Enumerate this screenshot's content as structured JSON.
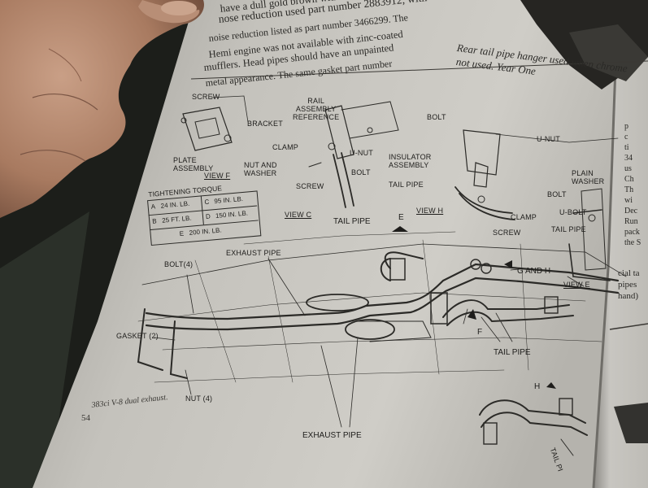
{
  "book_text": {
    "lines": [
      "have a dull gold brown with",
      "nose reduction used part number 2883912, with",
      "noise reduction listed as part number 3466299. The",
      "Hemi engine was not available with zinc-coated",
      "mufflers. Head pipes should have an unpainted",
      "metal appearance. The same gasket part number"
    ],
    "caption_lines": [
      "Rear tail pipe hanger used when chrome",
      "not used. Year One"
    ]
  },
  "diagram": {
    "labels": {
      "screw_a": "SCREW",
      "bracket": "BRACKET",
      "plate_assembly": "PLATE\nASSEMBLY",
      "nut_and_washer": "NUT AND\nWASHER",
      "view_f": "VIEW F",
      "rail_assembly": "RAIL\nASSEMBLY\nREFERENCE",
      "clamp_c": "CLAMP",
      "u_nut_c": "U-NUT",
      "bolt_c": "BOLT",
      "screw_c": "SCREW",
      "insulator": "INSULATOR\nASSEMBLY",
      "tail_pipe_c": "TAIL PIPE",
      "view_c": "VIEW C",
      "tail_pipe_mid": "TAIL PIPE",
      "e_bolt": "BOLT",
      "u_nut_h": "U-NUT",
      "view_h": "VIEW H",
      "clamp_h": "CLAMP",
      "screw_h": "SCREW",
      "plain_washer": "PLAIN\nWASHER",
      "bolt_h": "BOLT",
      "u_bolt": "U-BOLT",
      "tail_pipe_h": "TAIL PIPE",
      "view_e": "VIEW E",
      "exhaust_pipe_top": "EXHAUST PIPE",
      "bolt_4": "BOLT(4)",
      "gasket_2": "GASKET (2)",
      "nut_4": "NUT (4)",
      "g_and_h": "G AND H",
      "f_label": "F",
      "e_arrow": "E",
      "tail_pipe_low": "TAIL PIPE",
      "exhaust_pipe_bottom": "EXHAUST PIPE",
      "h_label": "H",
      "tail_pi": "TAIL PI"
    },
    "torque_table": {
      "title": "TIGHTENING TORQUE",
      "rows": [
        {
          "a_key": "A",
          "a_val": "24 IN. LB.",
          "b_key": "C",
          "b_val": "95 IN. LB."
        },
        {
          "a_key": "B",
          "a_val": "25 FT. LB.",
          "b_key": "D",
          "b_val": "150 IN. LB."
        },
        {
          "a_key": "E",
          "a_val": "200 IN. LB.",
          "b_key": "",
          "b_val": ""
        }
      ]
    }
  },
  "right_column": {
    "lines": [
      "p",
      "c",
      "ti",
      "34",
      "us",
      "Ch",
      "Th",
      "wi",
      "Dec",
      "Run",
      "pack",
      "the S"
    ],
    "bottom_lines": [
      "cial ta",
      "pipes",
      "hand)"
    ]
  },
  "footer": {
    "caption": "383ci V-8 dual exhaust.",
    "page_number": "54"
  },
  "palette": {
    "background": "#1c1e1a",
    "paper": "#c9c7c1",
    "paper_shadow": "#8e8c86",
    "ink": "#2a2926",
    "skin": "#b78a6f"
  }
}
